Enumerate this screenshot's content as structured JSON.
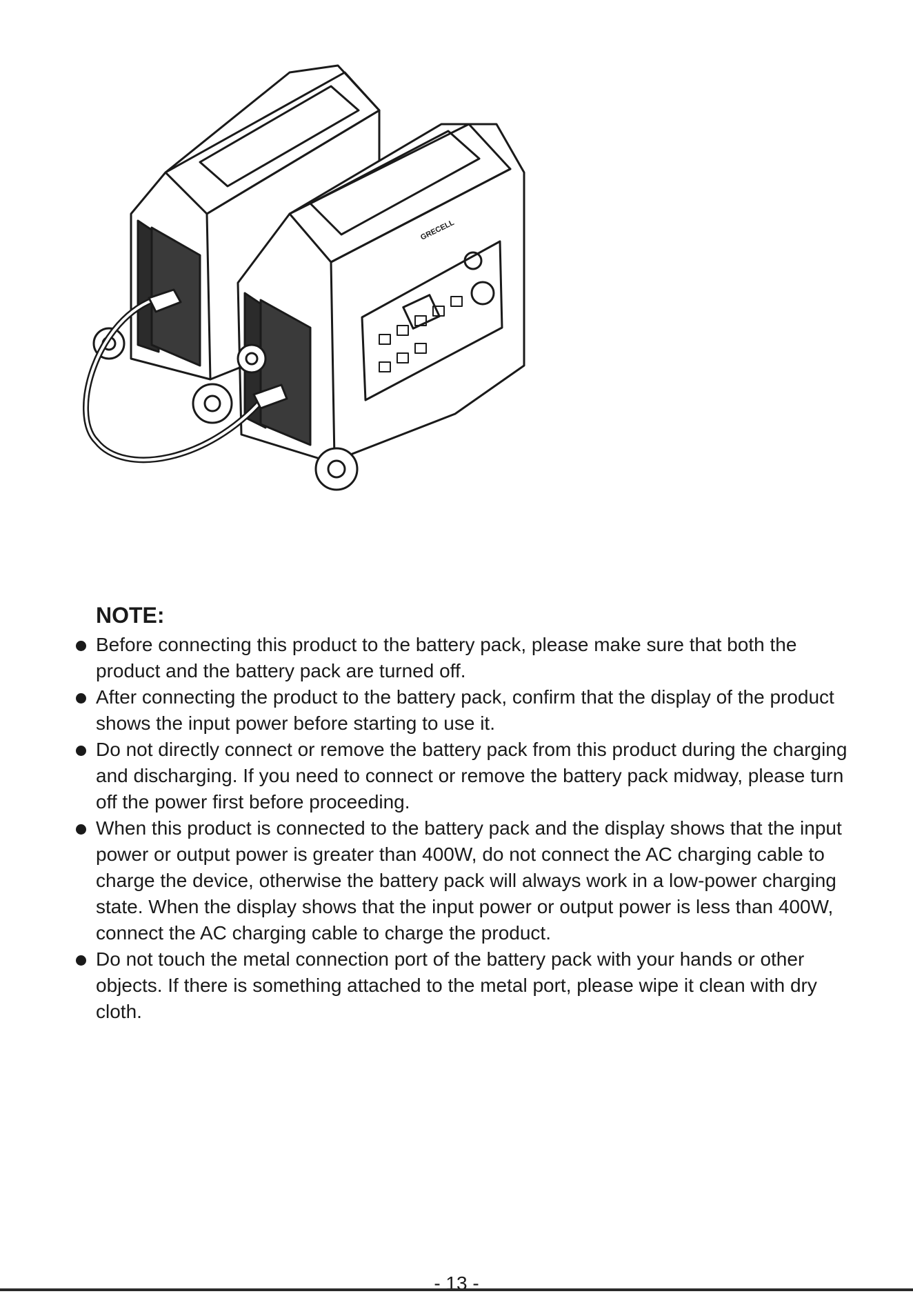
{
  "illustration": {
    "brand_text": "GRECELL"
  },
  "note": {
    "title": "NOTE:",
    "items": [
      "Before connecting this product to the battery pack, please make sure that both the product and the battery pack are turned off.",
      "After connecting the product to the battery pack, confirm that the display of the product shows the input power before starting to use it.",
      "Do not directly connect or remove the battery pack from this product during the charging and discharging. If you need to connect or remove the battery pack midway, please turn off the power first before proceeding.",
      "When this product is connected to the battery pack and the display shows that the input power or output power is greater than 400W, do not connect the AC charging cable to charge the device, otherwise the battery pack will always work in a low-power charging state. When the display shows that the input power or output power is less than 400W, connect the AC charging cable to charge the product.",
      "Do not touch the metal connection port of the battery pack with your hands or other objects. If there is something attached to the metal port, please wipe it clean with dry cloth."
    ]
  },
  "footer": {
    "page_number": "- 13 -"
  }
}
